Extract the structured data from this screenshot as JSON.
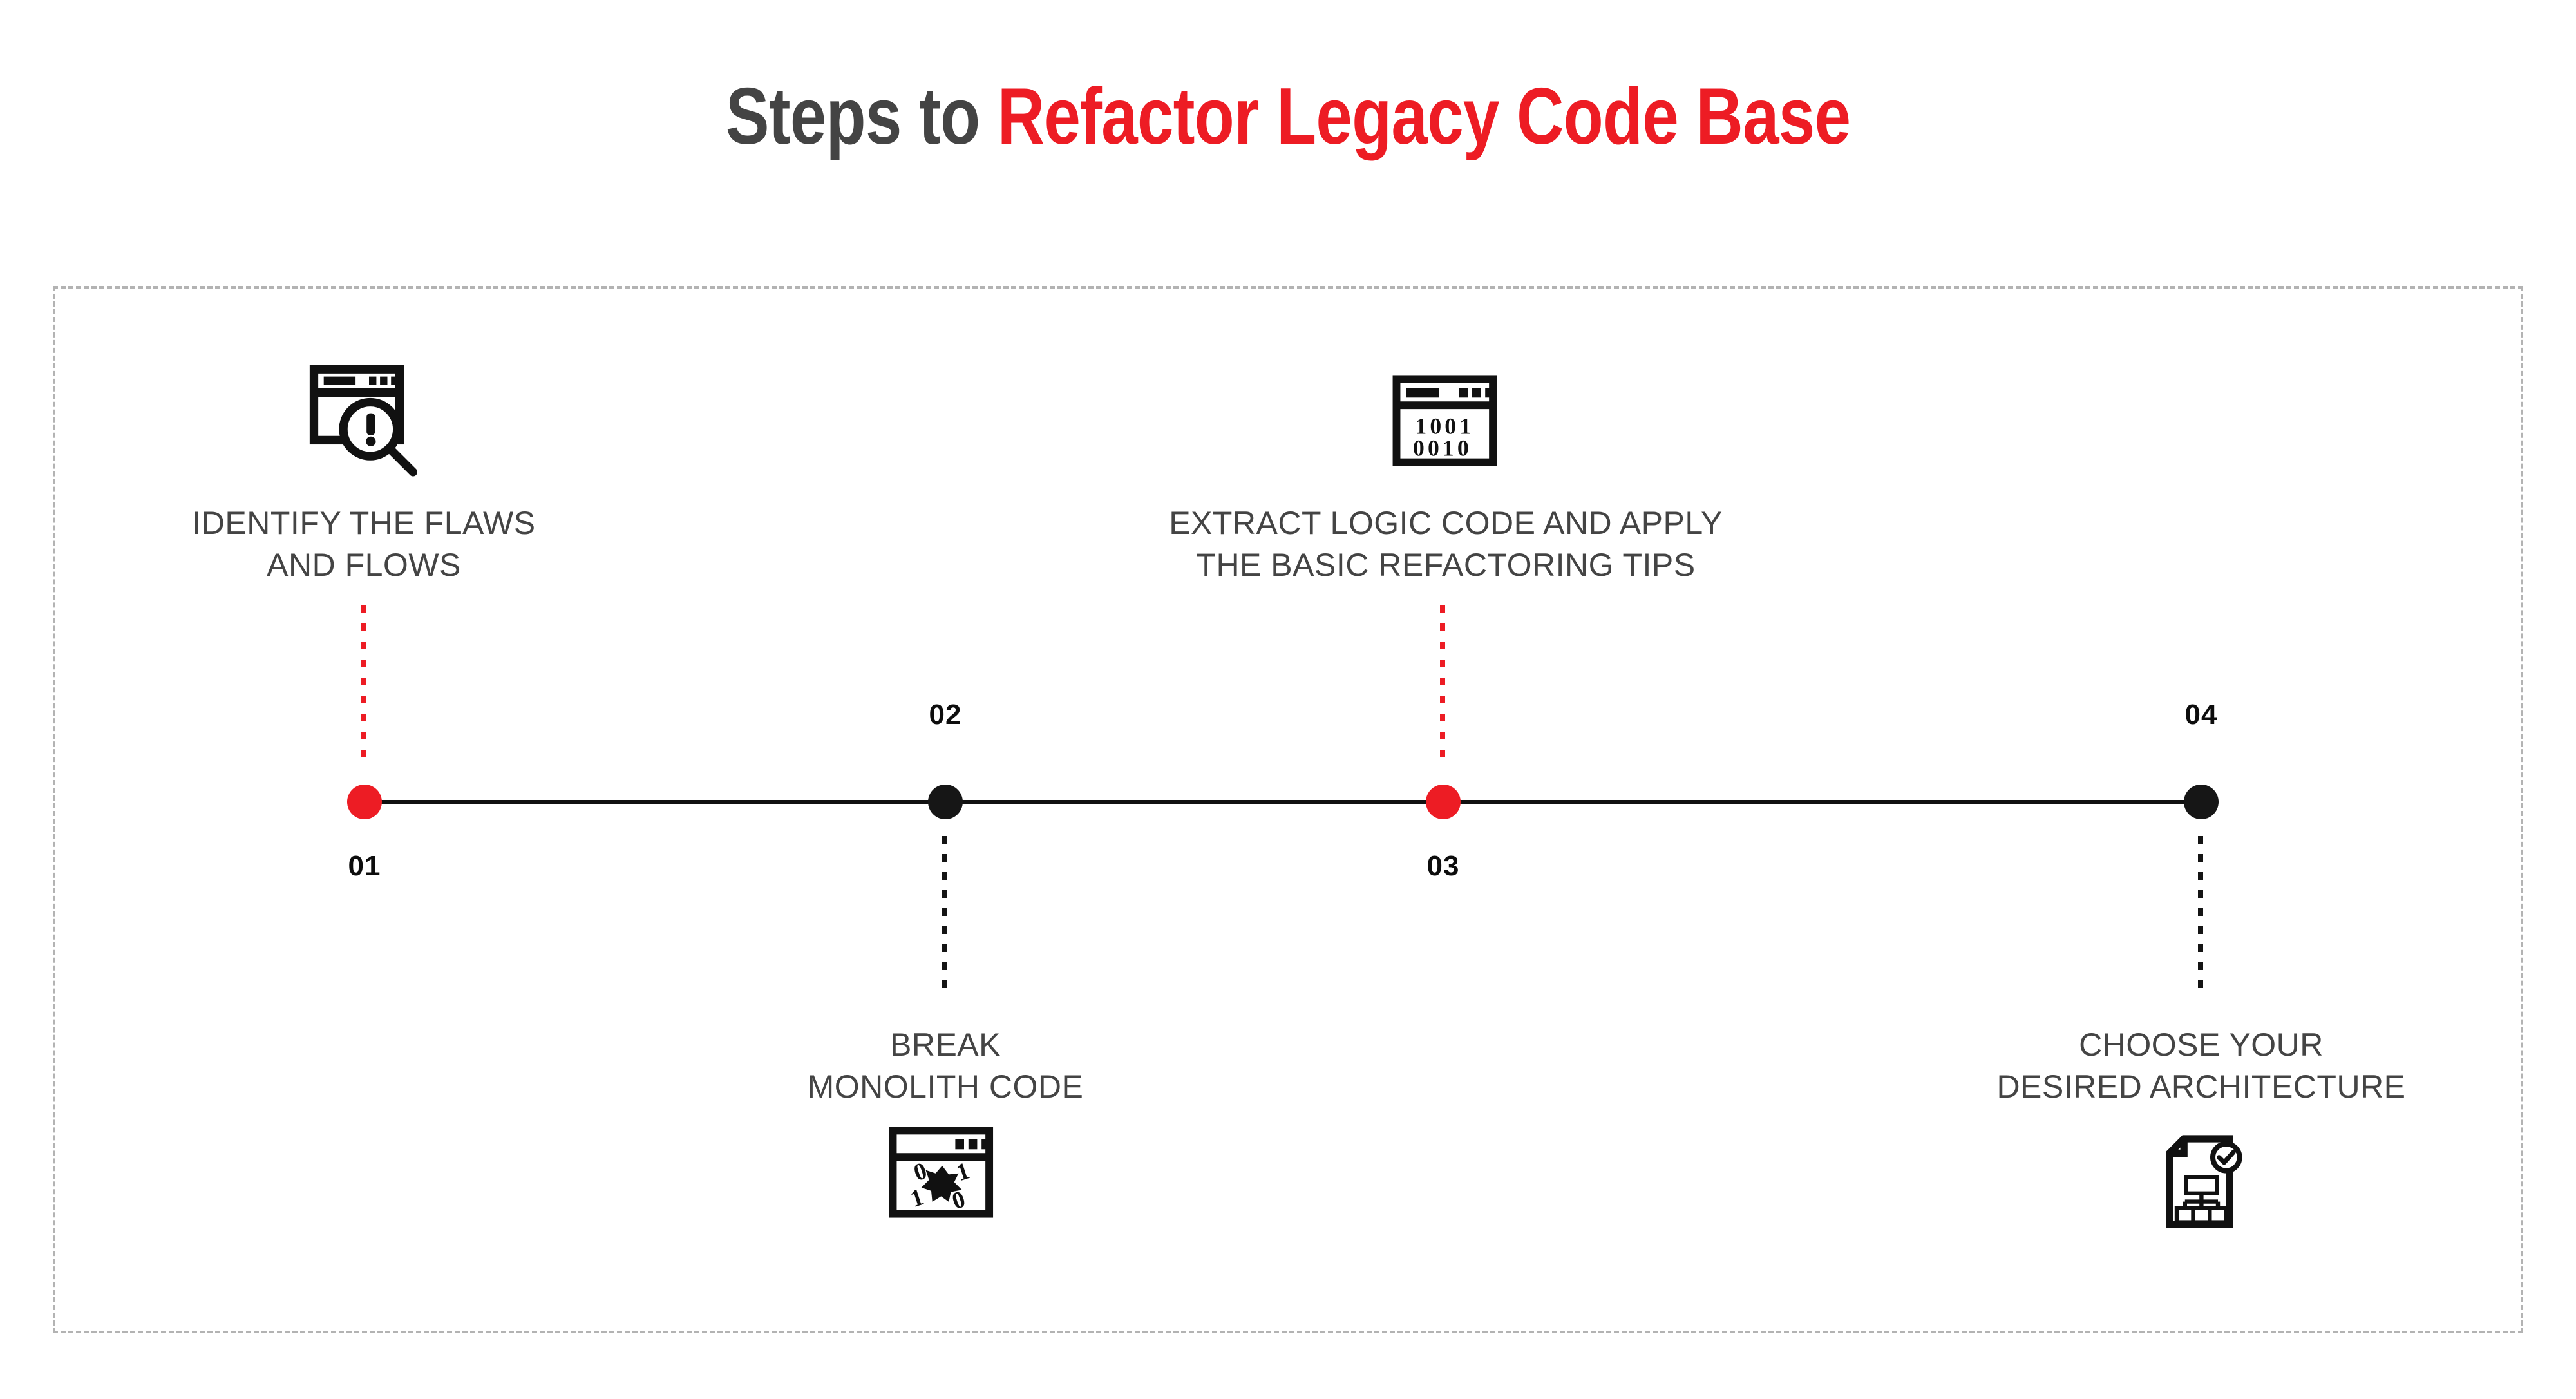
{
  "title": {
    "part1": "Steps to ",
    "part2": "Refactor Legacy Code Base"
  },
  "colors": {
    "red": "#ED1C24",
    "dark_gray": "#444444",
    "black": "#161616",
    "frame_dash": "#b3b3b3",
    "background": "#ffffff"
  },
  "timeline": {
    "steps": [
      {
        "number": "01",
        "label": "IDENTIFY THE FLAWS\nAND FLOWS",
        "dot_color": "red",
        "number_position": "below",
        "label_position": "above",
        "icon": "browser-window-magnifier-alert-icon",
        "icon_detail": "browser window with magnifying glass containing exclamation mark"
      },
      {
        "number": "02",
        "label": "BREAK\nMONOLITH CODE",
        "dot_color": "black",
        "number_position": "above",
        "label_position": "below",
        "icon": "browser-window-binary-burst-icon",
        "icon_detail": "browser window with scattered binary digits 0 1 1 0 around a burst star",
        "icon_digits": [
          "0",
          "1",
          "1",
          "0"
        ]
      },
      {
        "number": "03",
        "label": "EXTRACT LOGIC CODE AND APPLY\nTHE BASIC REFACTORING TIPS",
        "dot_color": "red",
        "number_position": "below",
        "label_position": "above",
        "icon": "browser-window-binary-code-icon",
        "icon_detail": "browser window showing binary code",
        "icon_binary_line1": "1001",
        "icon_binary_line2": "0010"
      },
      {
        "number": "04",
        "label": "CHOOSE YOUR\nDESIRED ARCHITECTURE",
        "dot_color": "black",
        "number_position": "above",
        "label_position": "below",
        "icon": "document-hierarchy-check-icon",
        "icon_detail": "document with folded corner, org-chart hierarchy and check badge"
      }
    ]
  }
}
